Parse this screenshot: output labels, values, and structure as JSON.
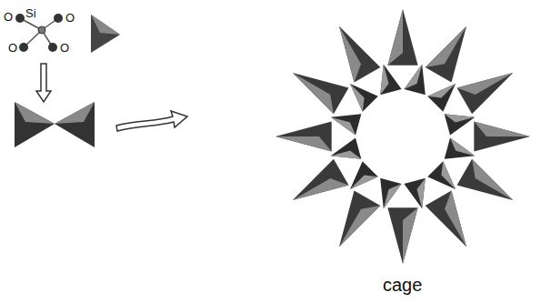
{
  "diagram": {
    "labels": [
      "O",
      "Si",
      "O",
      "O",
      "O",
      "cage"
    ]
  }
}
